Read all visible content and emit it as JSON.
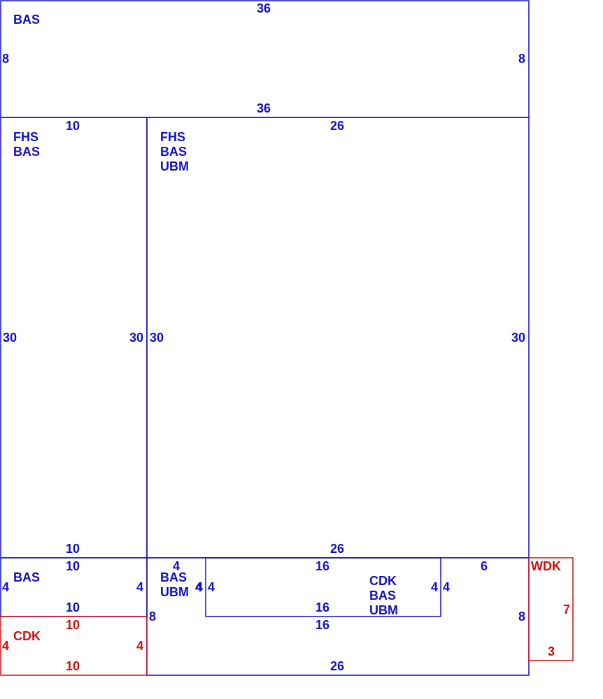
{
  "colors": {
    "primary": "#1010c0",
    "accent": "#d01010"
  },
  "rooms": [
    {
      "id": "top-room",
      "color": "primary",
      "labels": [
        "BAS"
      ],
      "dims": [
        "36",
        "8",
        "8",
        "36"
      ]
    },
    {
      "id": "left-upper-room",
      "color": "primary",
      "labels": [
        "FHS",
        "BAS"
      ],
      "dims": [
        "10",
        "30",
        "30",
        "10"
      ]
    },
    {
      "id": "main-room",
      "color": "primary",
      "labels": [
        "FHS",
        "BAS",
        "UBM"
      ],
      "dims": [
        "26",
        "30",
        "30",
        "26"
      ]
    },
    {
      "id": "left-lower-room",
      "color": "primary",
      "labels": [
        "BAS"
      ],
      "dims": [
        "10",
        "4",
        "4",
        "10"
      ]
    },
    {
      "id": "cdk-left-room",
      "color": "accent",
      "labels": [
        "CDK"
      ],
      "dims": [
        "10",
        "4",
        "4",
        "10"
      ]
    },
    {
      "id": "bottom-room",
      "color": "primary",
      "labels": [
        "BAS",
        "UBM"
      ],
      "dims": [
        "4",
        "4",
        "8",
        "6",
        "8",
        "26"
      ]
    },
    {
      "id": "inner-room",
      "color": "primary",
      "labels": [
        "CDK",
        "BAS",
        "UBM"
      ],
      "dims": [
        "16",
        "4",
        "4",
        "16",
        "16",
        "4",
        "4"
      ]
    },
    {
      "id": "wdk-room",
      "color": "accent",
      "labels": [
        "WDK"
      ],
      "dims": [
        "7",
        "3"
      ]
    }
  ]
}
